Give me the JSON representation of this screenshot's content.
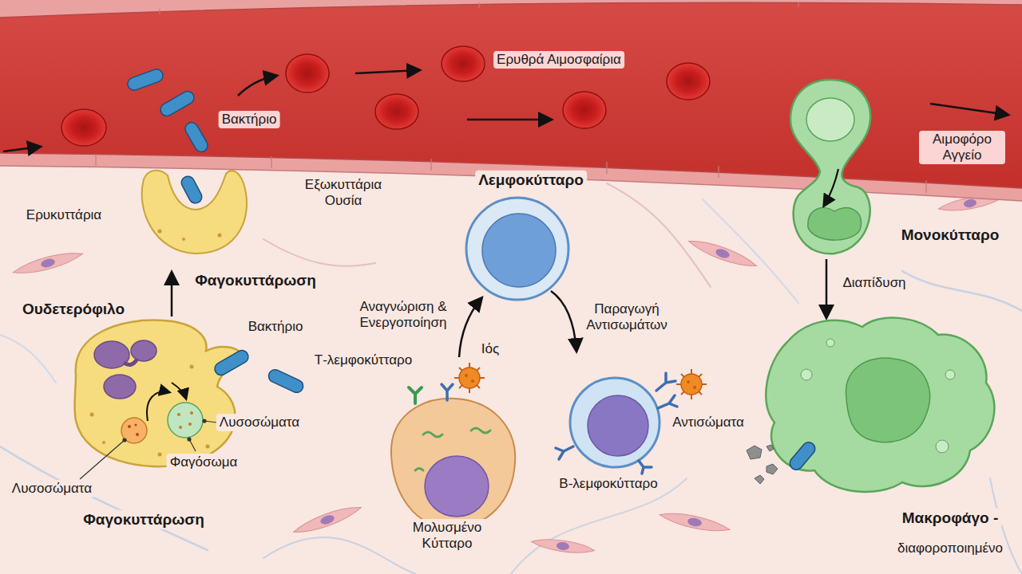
{
  "diagram": {
    "labels": [
      "Ερυθρά Αιμοσφαίρια",
      "Βακτήριο",
      "Αιμοφόρο Αγγείο",
      "Εξωκυττάρια Ουσία",
      "Λεμφοκύτταρο",
      "Ερυκυττάρια",
      "Μονοκύτταρο",
      "Φαγοκυττάρωση",
      "Διαπίδυση",
      "Ουδετερόφιλο",
      "Βακτήριο",
      "Αναγνώριση & Ενεργοποίηση",
      "Παραγωγή Αντισωμάτων",
      "Τ-λεμφοκύτταρο",
      "Ιός",
      "Λυσοσώματα",
      "Αντισώματα",
      "Φαγόσωμα",
      "Β-λεμφοκύτταρο",
      "Λυσοσώματα",
      "Φαγοκυττάρωση",
      "Μολυσμένο Κύτταρο",
      "Μακροφάγο -",
      "διαφοροποιημένο"
    ]
  }
}
